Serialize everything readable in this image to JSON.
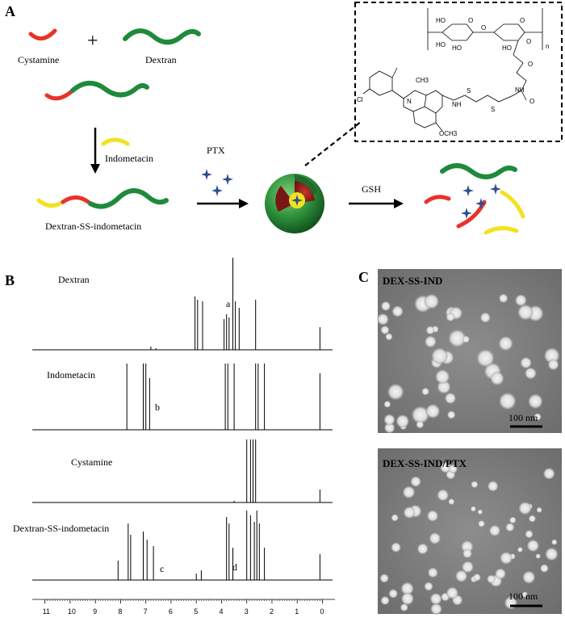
{
  "panels": {
    "a": "A",
    "b": "B",
    "c": "C"
  },
  "scheme": {
    "cystamine": "Cystamine",
    "plus": "+",
    "dextran": "Dextran",
    "indometacin": "Indometacin",
    "product": "Dextran-SS-indometacin",
    "ptx": "PTX",
    "gsh": "GSH"
  },
  "structure": {
    "labels": [
      "HO",
      "HO",
      "HO",
      "HO",
      "O",
      "O",
      "O",
      "O",
      "O",
      "O",
      "n",
      "NH",
      "NH",
      "S",
      "S",
      "CH3",
      "N",
      "Cl",
      "OCH3"
    ]
  },
  "nmr": {
    "spectra": [
      {
        "name": "Dextran",
        "marker": "a"
      },
      {
        "name": "Indometacin",
        "marker": "b"
      },
      {
        "name": "Cystamine",
        "marker": ""
      },
      {
        "name": "Dextran-SS-indometacin",
        "marker": "c",
        "marker2": "d"
      }
    ],
    "axis_ticks": [
      "11",
      "10",
      "9",
      "8",
      "7",
      "6",
      "5",
      "4",
      "3",
      "2",
      "1",
      "0"
    ]
  },
  "tem": {
    "images": [
      {
        "title": "DEX-SS-IND",
        "scale": "100 nm"
      },
      {
        "title": "DEX-SS-IND/PTX",
        "scale": "100 nm"
      }
    ]
  },
  "colors": {
    "red": "#e8332a",
    "green": "#1f8a3c",
    "yellow": "#f2e21f",
    "star": "#2c4f8f"
  }
}
